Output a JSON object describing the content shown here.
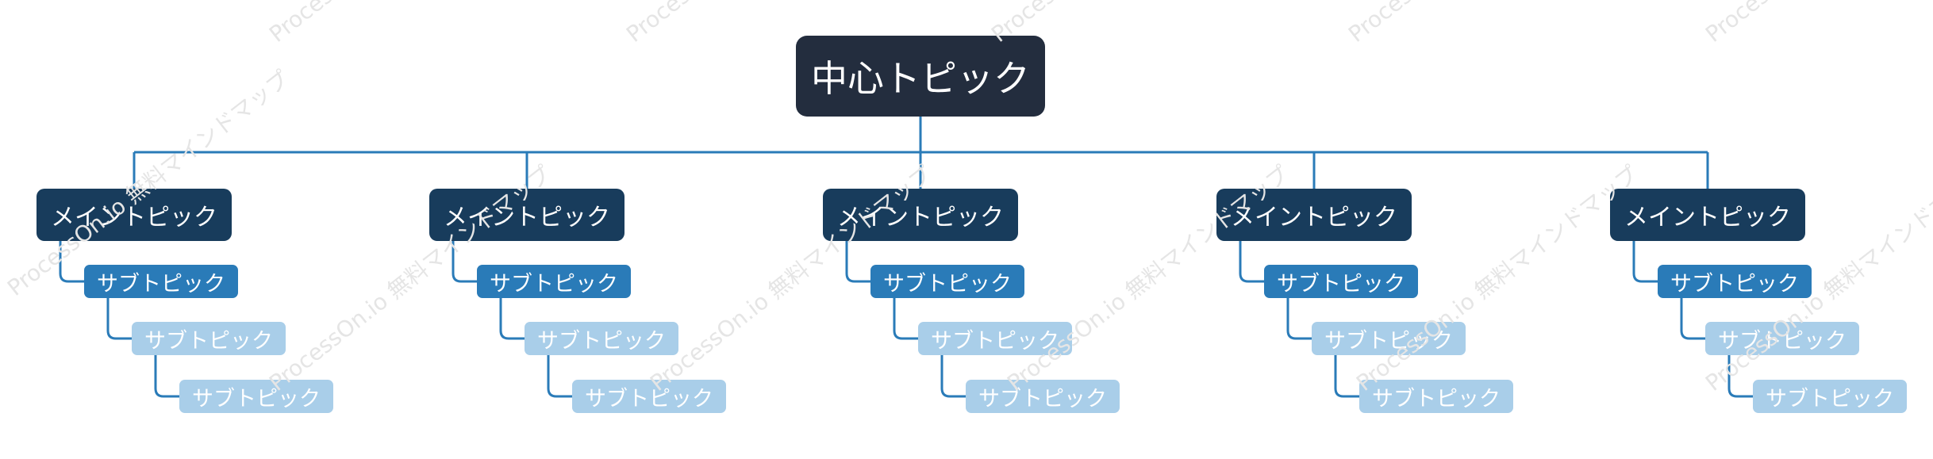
{
  "center": {
    "label": "中心トピック"
  },
  "mains": [
    {
      "label": "メイントピック",
      "subs": [
        "サブトピック",
        "サブトピック",
        "サブトピック"
      ]
    },
    {
      "label": "メイントピック",
      "subs": [
        "サブトピック",
        "サブトピック",
        "サブトピック"
      ]
    },
    {
      "label": "メイントピック",
      "subs": [
        "サブトピック",
        "サブトピック",
        "サブトピック"
      ]
    },
    {
      "label": "メイントピック",
      "subs": [
        "サブトピック",
        "サブトピック",
        "サブトピック"
      ]
    },
    {
      "label": "メイントピック",
      "subs": [
        "サブトピック",
        "サブトピック",
        "サブトピック"
      ]
    }
  ],
  "watermark": "ProcessOn.io 無料マインドマップ",
  "colors": {
    "center": "#232d3e",
    "main": "#183c5c",
    "sub_level1": "#2a7bb8",
    "sub_level2": "#a9cee9",
    "connector": "#2a7bb8"
  }
}
